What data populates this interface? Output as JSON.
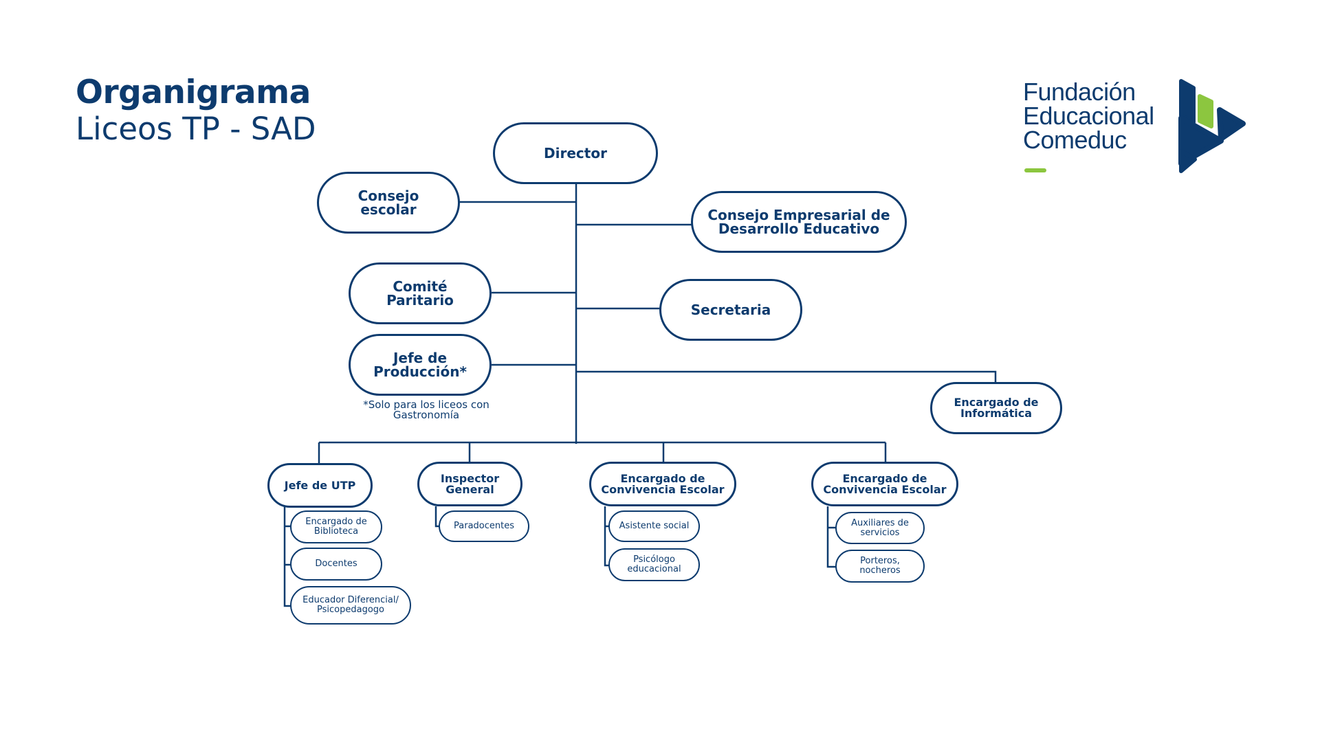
{
  "header": {
    "title": "Organigrama",
    "subtitle": "Liceos TP - SAD"
  },
  "logo": {
    "line1": "Fundación",
    "line2": "Educacional",
    "line3": "Comeduc"
  },
  "colors": {
    "navy": "#0d3b6e",
    "green": "#8cc63f",
    "background": "#ffffff"
  },
  "nodes": {
    "director": "Director",
    "consejo_escolar": "Consejo escolar",
    "consejo_empresarial": "Consejo Empresarial de Desarrollo Educativo",
    "comite_paritario": "Comité Paritario",
    "secretaria": "Secretaria",
    "jefe_produccion": "Jefe de Producción*",
    "encargado_informatica": "Encargado de Informática",
    "jefe_utp": "Jefe de UTP",
    "inspector_general": "Inspector General",
    "convivencia_1": "Encargado de Convivencia Escolar",
    "convivencia_2": "Encargado de Convivencia Escolar"
  },
  "note": "*Solo para los liceos con Gastronomía",
  "sub_nodes": {
    "utp": [
      "Encargado de Biblioteca",
      "Docentes",
      "Educador Diferencial/ Psicopedagogo"
    ],
    "inspector": [
      "Paradocentes"
    ],
    "convivencia_1": [
      "Asistente social",
      "Psicólogo educacional"
    ],
    "convivencia_2": [
      "Auxiliares de servicios",
      "Porteros, nocheros"
    ]
  }
}
